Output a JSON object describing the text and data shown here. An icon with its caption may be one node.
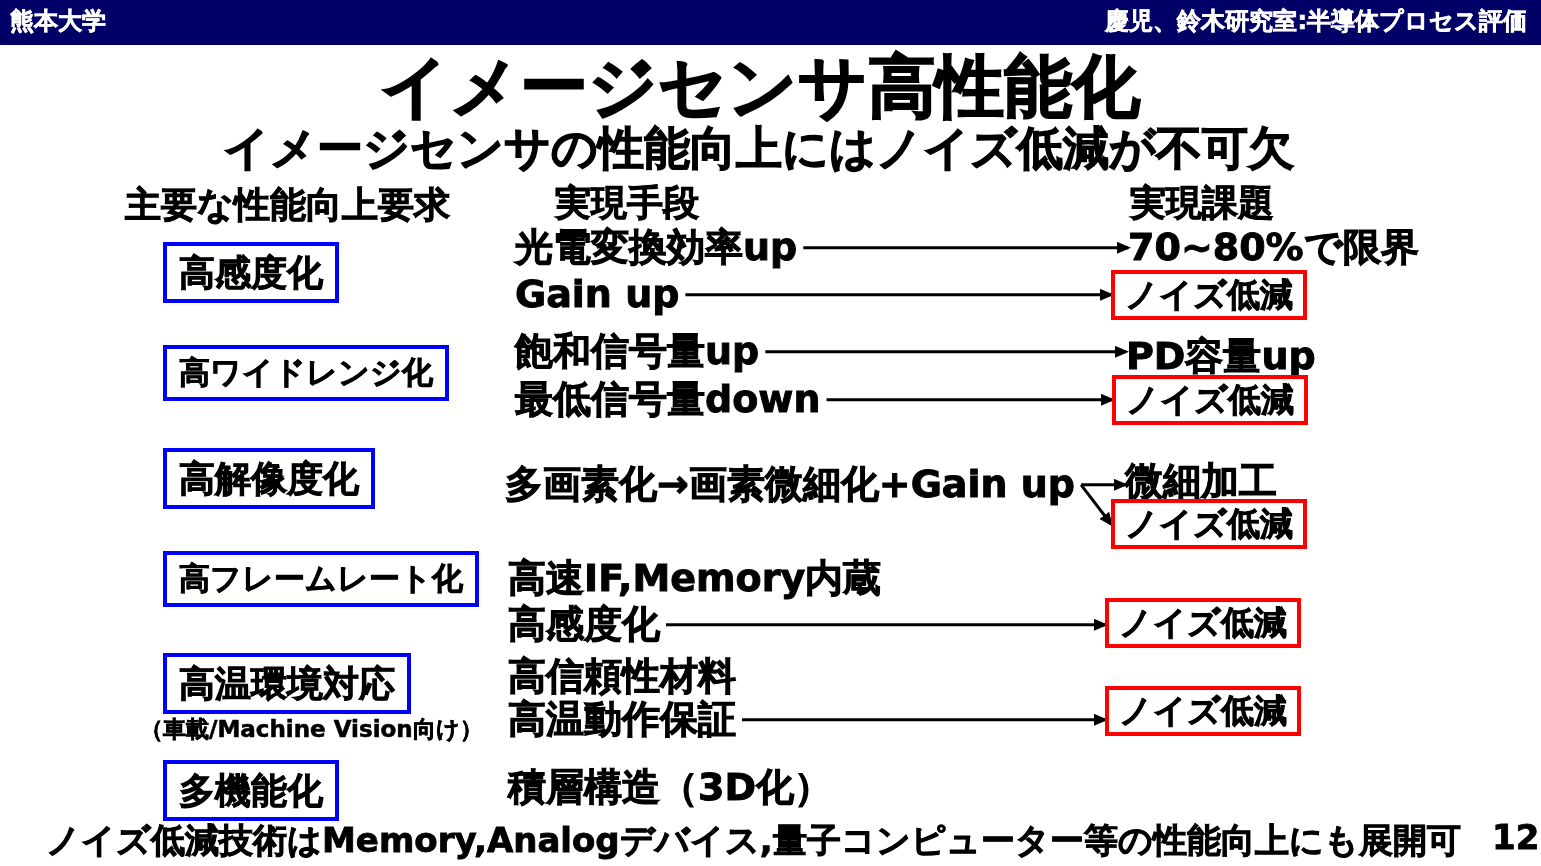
{
  "diagram": {
    "title": "イメージセンサ高性能化",
    "nodes": [
      {
        "text": [
          "高感度化"
        ]
      },
      {
        "text": [
          "光電変換効率up"
        ]
      },
      {
        "text": [
          "70~80%で限界"
        ]
      },
      {
        "text": [
          "Gain up"
        ]
      },
      {
        "text": [
          "ノイズ低減"
        ]
      },
      {
        "text": [
          "高ワイドレンジ化"
        ]
      },
      {
        "text": [
          "飽和信号量up"
        ]
      },
      {
        "text": [
          "PD容量up"
        ]
      },
      {
        "text": [
          "最低信号量down"
        ]
      },
      {
        "text": [
          "ノイズ低減"
        ]
      },
      {
        "text": [
          "高解像度化"
        ]
      },
      {
        "text": [
          "多画素化→画素微細化+Gain up"
        ]
      },
      {
        "text": [
          "微細加工"
        ]
      },
      {
        "text": [
          "ノイズ低減"
        ]
      },
      {
        "text": [
          "高フレームレート化"
        ]
      },
      {
        "text": [
          "高感度化"
        ]
      },
      {
        "text": [
          "ノイズ低減"
        ]
      },
      {
        "text": [
          "高温環境対応"
        ],
        "beside": [
          "（車載/Machine Vision向け）"
        ]
      },
      {
        "text": [
          "高温動作保証"
        ]
      },
      {
        "text": [
          "ノイズ低減"
        ]
      },
      {
        "text": [
          "多機能化"
        ]
      }
    ],
    "edges": [
      {
        "from": 1,
        "to": 2,
        "arrow": "to"
      },
      {
        "from": 3,
        "to": 4,
        "arrow": "to"
      },
      {
        "from": 6,
        "to": 7,
        "arrow": "to"
      },
      {
        "from": 8,
        "to": 9,
        "arrow": "to"
      },
      {
        "from": 11,
        "to": 12,
        "arrow": "to"
      },
      {
        "from": 11,
        "to": 13,
        "arrow": "to"
      },
      {
        "from": 15,
        "to": 16,
        "arrow": "to"
      },
      {
        "from": 18,
        "to": 19,
        "arrow": "to"
      }
    ],
    "labels": [
      "熊本大学",
      "慶児、鈴木研究室:半導体プロセス評価",
      "イメージセンサの性能向上にはノイズ低減が不可欠",
      "主要な性能向上要求",
      "実現手段",
      "実現課題",
      "高速IF,Memory内蔵",
      "高信頼性材料",
      "積層構造（3D化）",
      "ノイズ低減技術はMemory,Analogデバイス,量子コンピューター等の性能向上にも展開可",
      "12"
    ]
  }
}
